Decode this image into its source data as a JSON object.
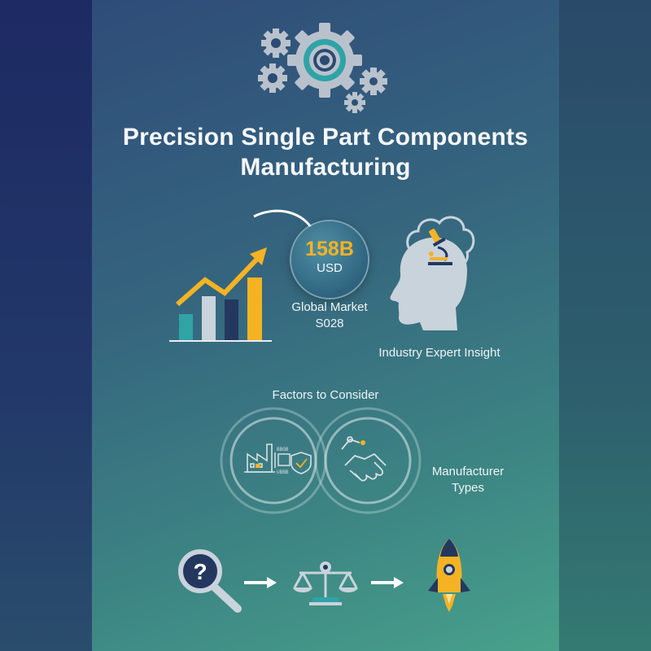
{
  "title": {
    "line1": "Precision Single Part Components",
    "line2": "Manufacturing"
  },
  "market": {
    "value": "158B",
    "unit": "USD",
    "label_line1": "Global Market",
    "label_line2": "S028"
  },
  "insight": {
    "label": "Industry Expert Insight"
  },
  "factors": {
    "label": "Factors to Consider"
  },
  "manufacturer_types": {
    "label_line1": "Manufacturer",
    "label_line2": "Types"
  },
  "chip_pin_labels": {
    "top": "BBGB",
    "bottom": "UBBB"
  },
  "icons": [
    "gears-icon",
    "growth-chart-icon",
    "curved-arrow-icon",
    "head-idea-icon",
    "microscope-icon",
    "factory-icon",
    "chip-icon",
    "shield-check-icon",
    "robot-arm-icon",
    "handshake-icon",
    "magnifier-question-icon",
    "right-arrow-icon",
    "balance-scale-icon",
    "rocket-icon"
  ],
  "colors": {
    "accent": "#f5b324",
    "teal": "#2fa3a6",
    "light": "#c9d3dc",
    "navy": "#24385f",
    "icon_gray": "#b9c2cc"
  }
}
